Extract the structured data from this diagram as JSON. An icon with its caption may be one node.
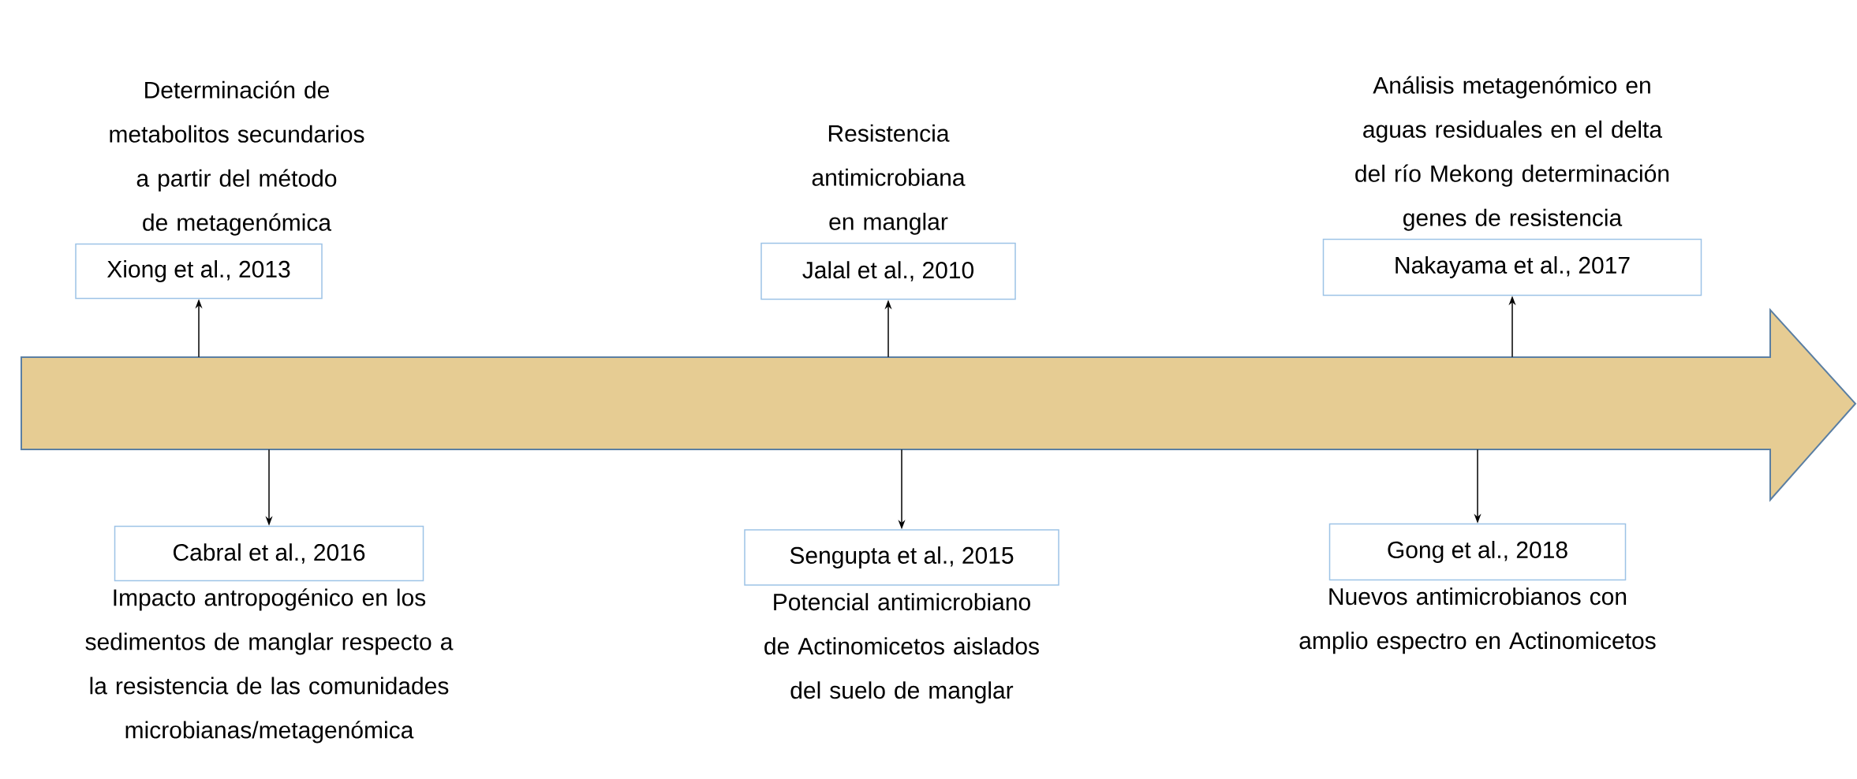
{
  "diagram": {
    "nodes": [
      {
        "text": [],
        "shape": "arrow"
      },
      {
        "text": [
          "Xiong et al., 2013"
        ],
        "beside": [
          "Determinación de metabolitos secundarios a partir del método de metagenómica"
        ]
      },
      {
        "text": [
          "Jalal et al., 2010"
        ],
        "beside": [
          "Resistencia antimicrobiana en manglar"
        ]
      },
      {
        "text": [
          "Nakayama et al., 2017"
        ],
        "beside": [
          "Análisis metagenómico en aguas residuales en el delta del río Mekong determinación genes de resistencia"
        ]
      },
      {
        "text": [
          "Cabral et al., 2016"
        ],
        "beside": [
          "Impacto antropogénico en los sedimentos de manglar respecto a la resistencia de las comunidades microbianas/metagenómica"
        ]
      },
      {
        "text": [
          "Sengupta et al., 2015"
        ],
        "beside": [
          "Potencial antimicrobiano de Actinomicetos aislados del suelo de manglar"
        ]
      },
      {
        "text": [
          "Gong et al., 2018"
        ],
        "beside": [
          "Nuevos antimicrobianos con amplio espectro en Actinomicetos"
        ]
      }
    ],
    "edges": [
      {
        "from": 0,
        "to": 1,
        "arrow": "to"
      },
      {
        "from": 0,
        "to": 2,
        "arrow": "to"
      },
      {
        "from": 0,
        "to": 3,
        "arrow": "to"
      },
      {
        "from": 0,
        "to": 4,
        "arrow": "to"
      },
      {
        "from": 0,
        "to": 5,
        "arrow": "to"
      },
      {
        "from": 0,
        "to": 6,
        "arrow": "to"
      }
    ]
  }
}
